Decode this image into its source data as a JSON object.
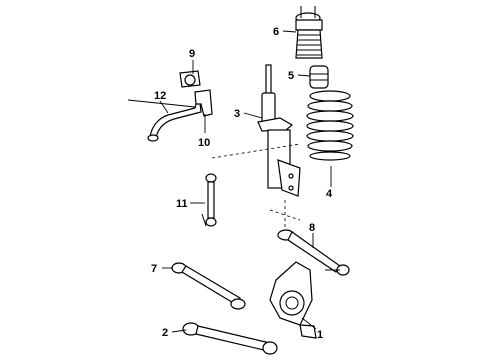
{
  "callouts": {
    "c1": "1",
    "c2": "2",
    "c3": "3",
    "c4": "4",
    "c5": "5",
    "c6": "6",
    "c7": "7",
    "c8": "8",
    "c9": "9",
    "c10": "10",
    "c11": "11",
    "c12": "12"
  },
  "parts": {
    "p1": "knuckle",
    "p2": "lower-arm",
    "p3": "strut",
    "p4": "coil-spring",
    "p5": "bump-stop",
    "p6": "strut-mount-and-boot",
    "p7": "trailing-arm",
    "p8": "upper-arm",
    "p9": "stabilizer-bushing",
    "p10": "bushing-bracket",
    "p11": "stabilizer-link",
    "p12": "stabilizer-bar"
  },
  "colors": {
    "line": "#000000",
    "background": "#ffffff"
  }
}
